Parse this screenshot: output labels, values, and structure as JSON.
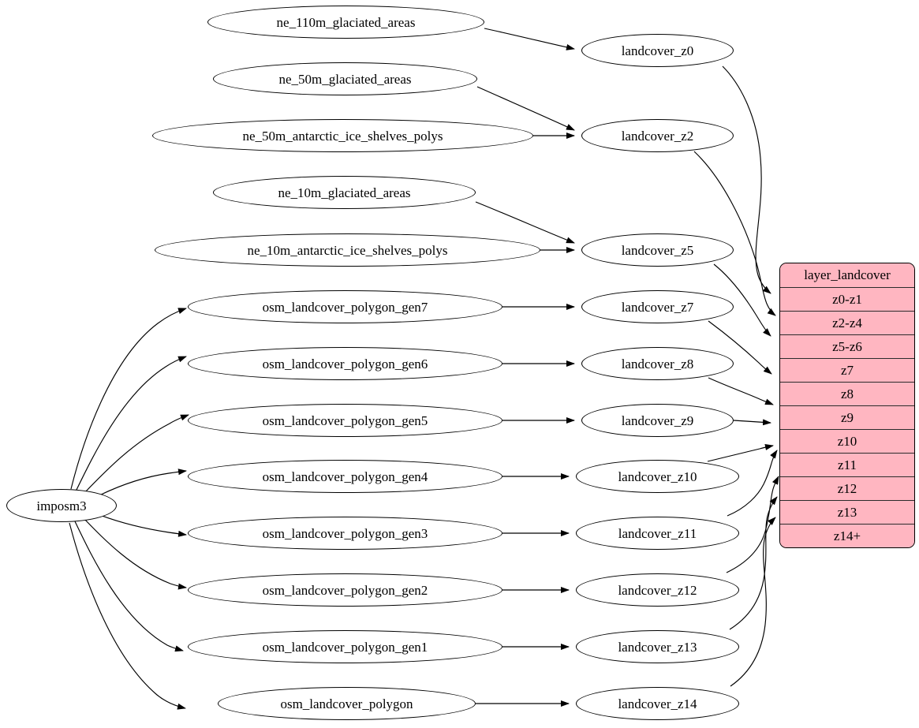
{
  "diagram": {
    "type": "graphviz-digraph",
    "background": "#ffffff",
    "node_fill": "#ffffff",
    "node_stroke": "#000000",
    "table_fill": "#FFB6C1",
    "table_stroke": "#000000",
    "edge_color": "#000000"
  },
  "source_node": {
    "label": "imposm3"
  },
  "inputs": [
    {
      "label": "ne_110m_glaciated_areas"
    },
    {
      "label": "ne_50m_glaciated_areas"
    },
    {
      "label": "ne_50m_antarctic_ice_shelves_polys"
    },
    {
      "label": "ne_10m_glaciated_areas"
    },
    {
      "label": "ne_10m_antarctic_ice_shelves_polys"
    },
    {
      "label": "osm_landcover_polygon_gen7"
    },
    {
      "label": "osm_landcover_polygon_gen6"
    },
    {
      "label": "osm_landcover_polygon_gen5"
    },
    {
      "label": "osm_landcover_polygon_gen4"
    },
    {
      "label": "osm_landcover_polygon_gen3"
    },
    {
      "label": "osm_landcover_polygon_gen2"
    },
    {
      "label": "osm_landcover_polygon_gen1"
    },
    {
      "label": "osm_landcover_polygon"
    }
  ],
  "layers": [
    {
      "label": "landcover_z0"
    },
    {
      "label": "landcover_z2"
    },
    {
      "label": "landcover_z5"
    },
    {
      "label": "landcover_z7"
    },
    {
      "label": "landcover_z8"
    },
    {
      "label": "landcover_z9"
    },
    {
      "label": "landcover_z10"
    },
    {
      "label": "landcover_z11"
    },
    {
      "label": "landcover_z12"
    },
    {
      "label": "landcover_z13"
    },
    {
      "label": "landcover_z14"
    }
  ],
  "layer_table": {
    "title": "layer_landcover",
    "rows": [
      {
        "label": "z0-z1"
      },
      {
        "label": "z2-z4"
      },
      {
        "label": "z5-z6"
      },
      {
        "label": "z7"
      },
      {
        "label": "z8"
      },
      {
        "label": "z9"
      },
      {
        "label": "z10"
      },
      {
        "label": "z11"
      },
      {
        "label": "z12"
      },
      {
        "label": "z13"
      },
      {
        "label": "z14+"
      }
    ]
  }
}
